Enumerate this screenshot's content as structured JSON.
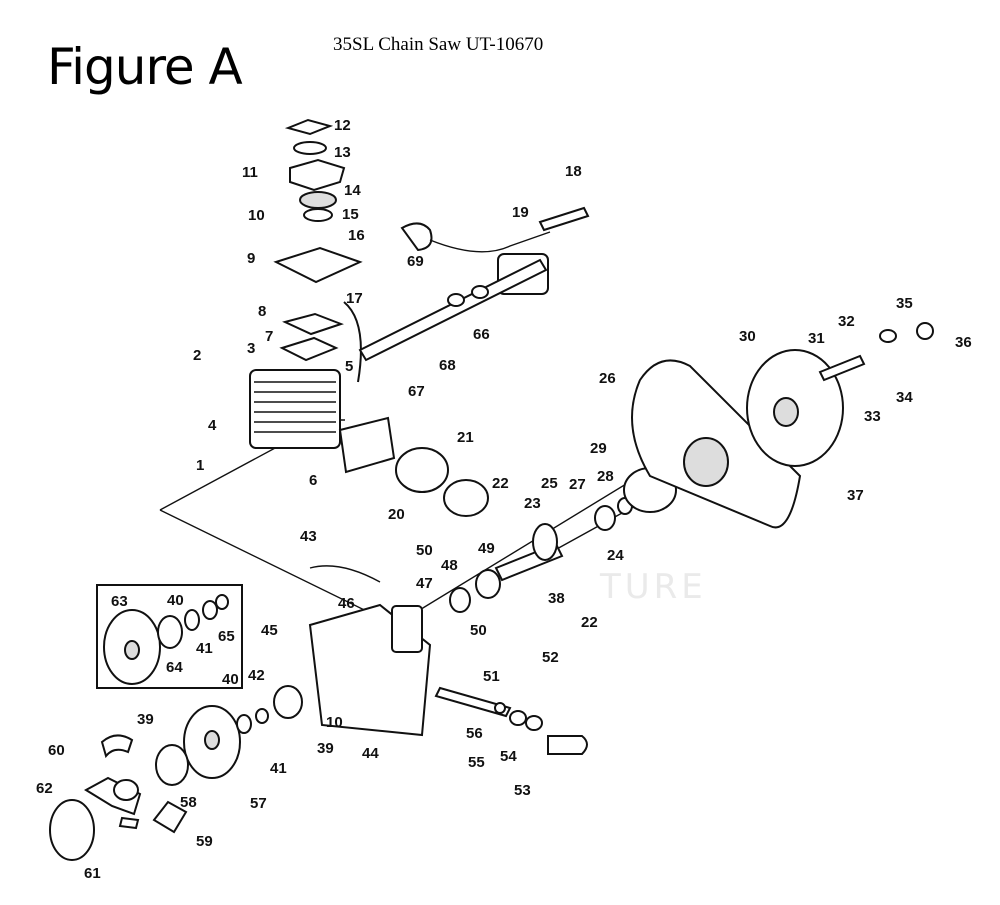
{
  "figure_label": "Figure A",
  "title": "35SL Chain Saw UT-10670",
  "callouts": [
    {
      "id": "c1",
      "text": "1"
    },
    {
      "id": "c2",
      "text": "2"
    },
    {
      "id": "c3",
      "text": "3"
    },
    {
      "id": "c4",
      "text": "4"
    },
    {
      "id": "c5",
      "text": "5"
    },
    {
      "id": "c6",
      "text": "6"
    },
    {
      "id": "c7",
      "text": "7"
    },
    {
      "id": "c8",
      "text": "8"
    },
    {
      "id": "c9",
      "text": "9"
    },
    {
      "id": "c10a",
      "text": "10"
    },
    {
      "id": "c11",
      "text": "11"
    },
    {
      "id": "c12",
      "text": "12"
    },
    {
      "id": "c13",
      "text": "13"
    },
    {
      "id": "c14",
      "text": "14"
    },
    {
      "id": "c15",
      "text": "15"
    },
    {
      "id": "c16",
      "text": "16"
    },
    {
      "id": "c17",
      "text": "17"
    },
    {
      "id": "c18",
      "text": "18"
    },
    {
      "id": "c19",
      "text": "19"
    },
    {
      "id": "c20",
      "text": "20"
    },
    {
      "id": "c21",
      "text": "21"
    },
    {
      "id": "c22a",
      "text": "22"
    },
    {
      "id": "c23",
      "text": "23"
    },
    {
      "id": "c24",
      "text": "24"
    },
    {
      "id": "c25",
      "text": "25"
    },
    {
      "id": "c26",
      "text": "26"
    },
    {
      "id": "c27",
      "text": "27"
    },
    {
      "id": "c28",
      "text": "28"
    },
    {
      "id": "c29",
      "text": "29"
    },
    {
      "id": "c30",
      "text": "30"
    },
    {
      "id": "c31",
      "text": "31"
    },
    {
      "id": "c32",
      "text": "32"
    },
    {
      "id": "c33",
      "text": "33"
    },
    {
      "id": "c34",
      "text": "34"
    },
    {
      "id": "c35",
      "text": "35"
    },
    {
      "id": "c36",
      "text": "36"
    },
    {
      "id": "c37",
      "text": "37"
    },
    {
      "id": "c38",
      "text": "38"
    },
    {
      "id": "c22b",
      "text": "22"
    },
    {
      "id": "c39a",
      "text": "39"
    },
    {
      "id": "c39b",
      "text": "39"
    },
    {
      "id": "c40a",
      "text": "40"
    },
    {
      "id": "c40b",
      "text": "40"
    },
    {
      "id": "c41a",
      "text": "41"
    },
    {
      "id": "c41b",
      "text": "41"
    },
    {
      "id": "c42",
      "text": "42"
    },
    {
      "id": "c43",
      "text": "43"
    },
    {
      "id": "c44",
      "text": "44"
    },
    {
      "id": "c45",
      "text": "45"
    },
    {
      "id": "c46",
      "text": "46"
    },
    {
      "id": "c47",
      "text": "47"
    },
    {
      "id": "c48",
      "text": "48"
    },
    {
      "id": "c49",
      "text": "49"
    },
    {
      "id": "c50a",
      "text": "50"
    },
    {
      "id": "c50b",
      "text": "50"
    },
    {
      "id": "c51",
      "text": "51"
    },
    {
      "id": "c52",
      "text": "52"
    },
    {
      "id": "c53",
      "text": "53"
    },
    {
      "id": "c54",
      "text": "54"
    },
    {
      "id": "c55",
      "text": "55"
    },
    {
      "id": "c56",
      "text": "56"
    },
    {
      "id": "c57",
      "text": "57"
    },
    {
      "id": "c58",
      "text": "58"
    },
    {
      "id": "c59",
      "text": "59"
    },
    {
      "id": "c60",
      "text": "60"
    },
    {
      "id": "c61",
      "text": "61"
    },
    {
      "id": "c62",
      "text": "62"
    },
    {
      "id": "c63",
      "text": "63"
    },
    {
      "id": "c64",
      "text": "64"
    },
    {
      "id": "c65",
      "text": "65"
    },
    {
      "id": "c66",
      "text": "66"
    },
    {
      "id": "c67",
      "text": "67"
    },
    {
      "id": "c68",
      "text": "68"
    },
    {
      "id": "c69",
      "text": "69"
    },
    {
      "id": "c10b",
      "text": "10"
    }
  ]
}
